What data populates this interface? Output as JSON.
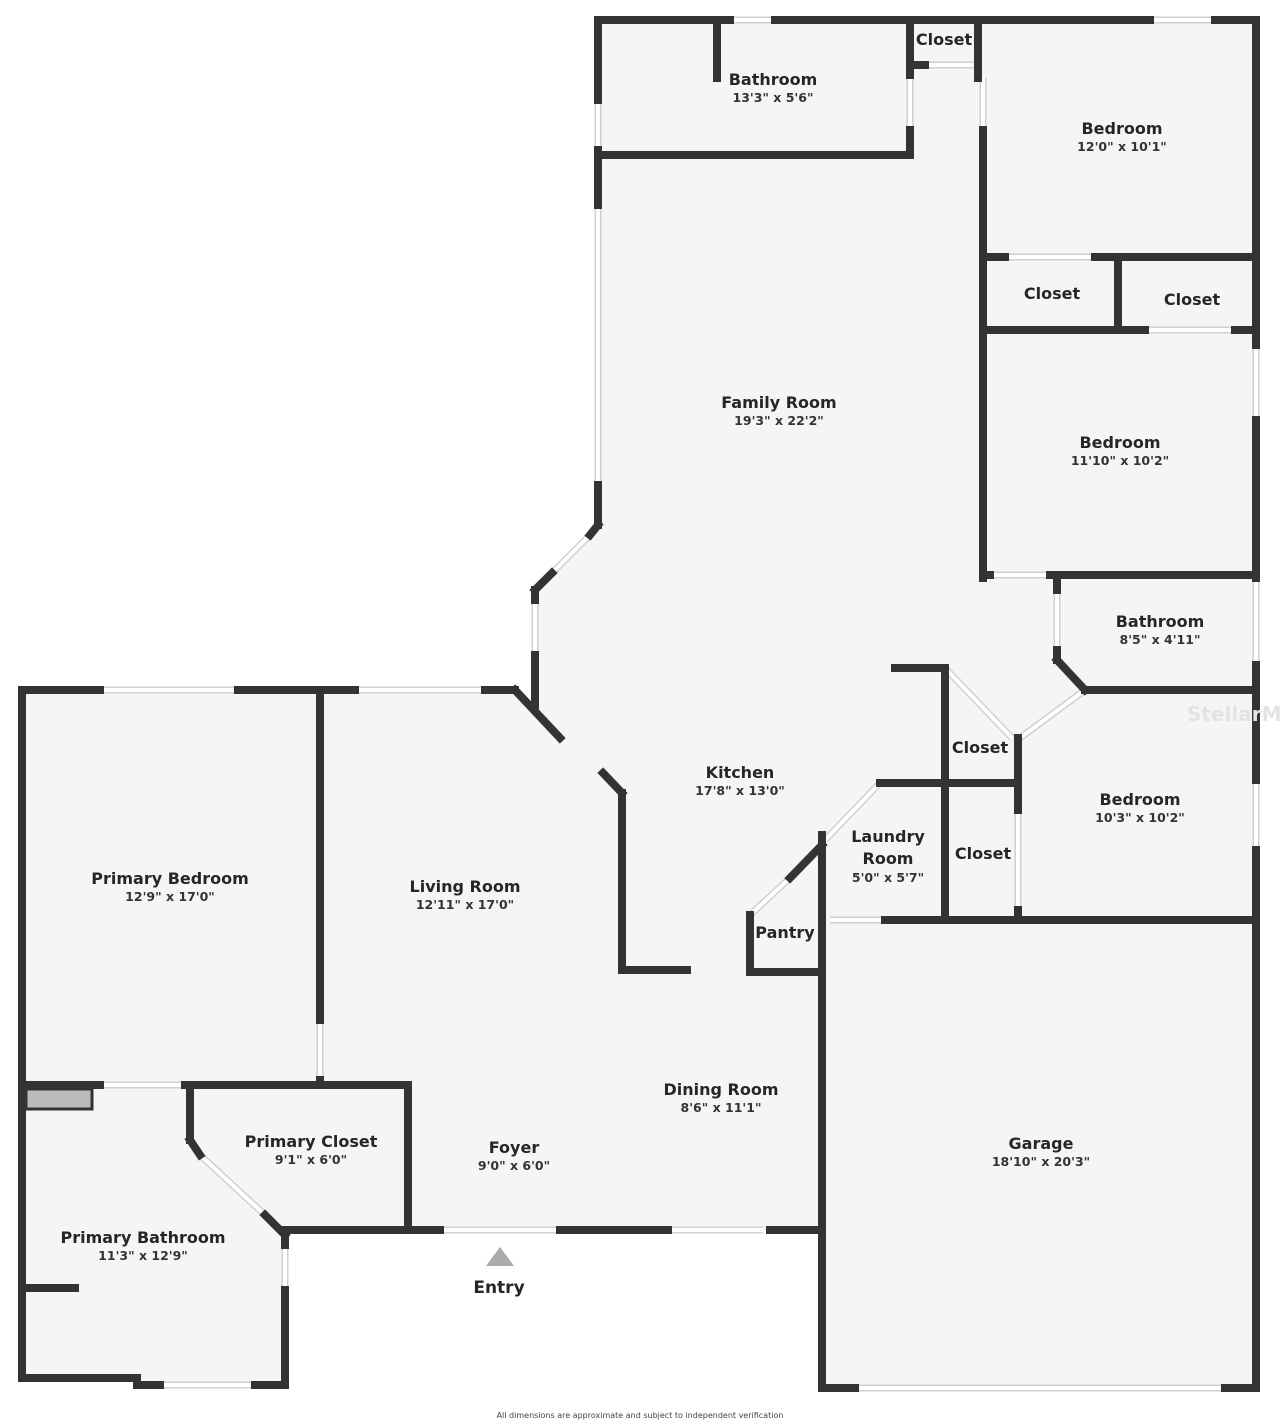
{
  "rooms": [
    {
      "name": "Bathroom",
      "dims": "13'3\" x 5'6\""
    },
    {
      "name": "Closet",
      "dims": ""
    },
    {
      "name": "Bedroom",
      "dims": "12'0\" x 10'1\""
    },
    {
      "name": "Closet",
      "dims": ""
    },
    {
      "name": "Closet",
      "dims": ""
    },
    {
      "name": "Family Room",
      "dims": "19'3\" x 22'2\""
    },
    {
      "name": "Bedroom",
      "dims": "11'10\" x 10'2\""
    },
    {
      "name": "Bathroom",
      "dims": "8'5\" x 4'11\""
    },
    {
      "name": "Closet",
      "dims": ""
    },
    {
      "name": "Kitchen",
      "dims": "17'8\" x 13'0\""
    },
    {
      "name": "Bedroom",
      "dims": "10'3\" x 10'2\""
    },
    {
      "name": "Laundry Room",
      "dims": "5'0\" x 5'7\""
    },
    {
      "name": "Closet",
      "dims": ""
    },
    {
      "name": "Pantry",
      "dims": ""
    },
    {
      "name": "Primary Bedroom",
      "dims": "12'9\" x 17'0\""
    },
    {
      "name": "Living Room",
      "dims": "12'11\" x 17'0\""
    },
    {
      "name": "Dining Room",
      "dims": "8'6\" x 11'1\""
    },
    {
      "name": "Garage",
      "dims": "18'10\" x 20'3\""
    },
    {
      "name": "Primary Closet",
      "dims": "9'1\" x 6'0\""
    },
    {
      "name": "Foyer",
      "dims": "9'0\" x 6'0\""
    },
    {
      "name": "Primary Bathroom",
      "dims": "11'3\" x 12'9\""
    }
  ],
  "entry_label": "Entry",
  "watermark": "StellarMLS",
  "footer_note": "All dimensions are approximate and subject to independent verification",
  "colors": {
    "wall": "#333333",
    "floor": "#f5f5f5",
    "entry_marker": "#aaaaaa"
  }
}
